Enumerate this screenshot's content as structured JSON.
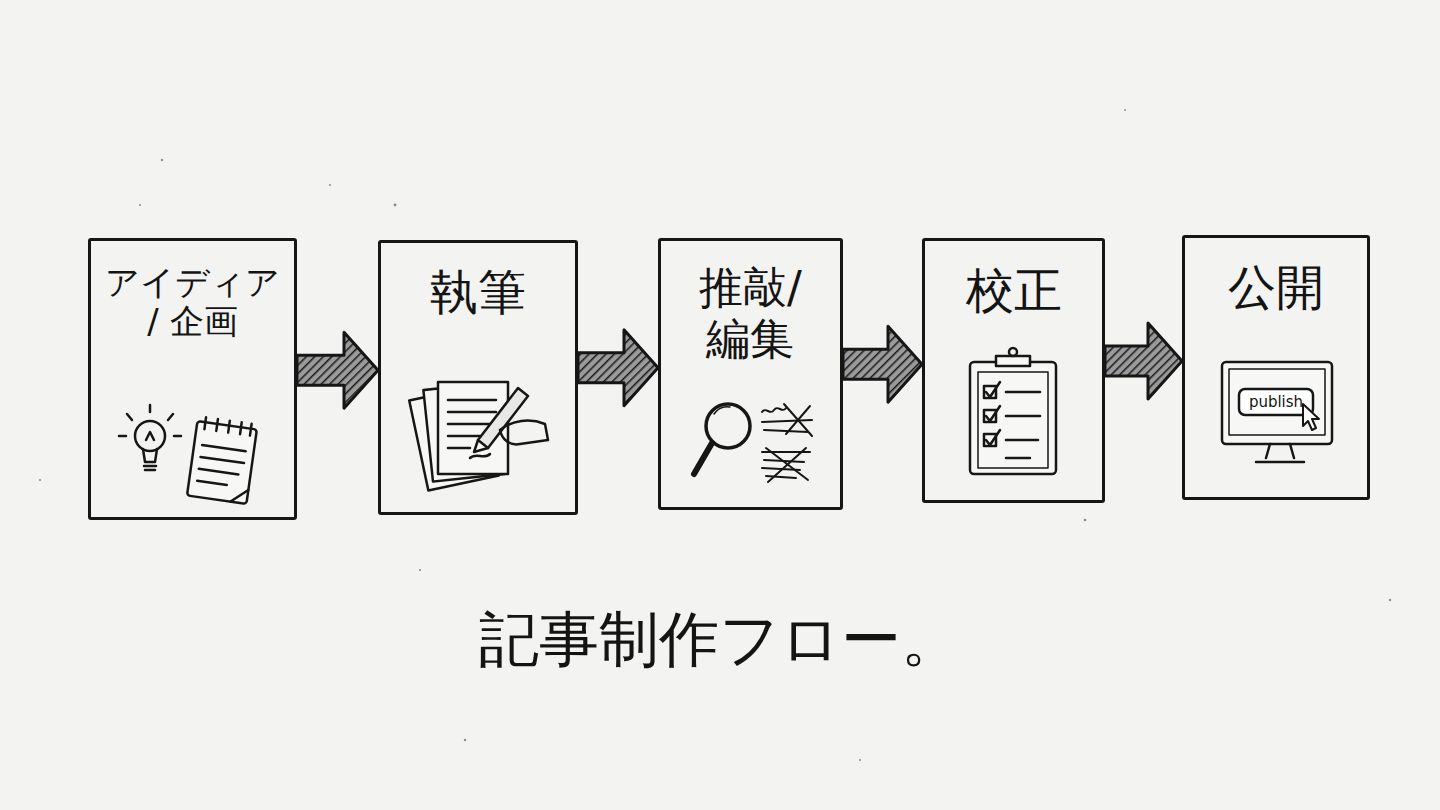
{
  "diagram": {
    "caption": "記事制作フロー。",
    "nodes": [
      {
        "text": [
          "アイディア / 企画"
        ]
      },
      {
        "text": [
          "執筆"
        ]
      },
      {
        "text": [
          "推敲/ 編集"
        ]
      },
      {
        "text": [
          "校正"
        ]
      },
      {
        "text": [
          "公開"
        ]
      }
    ],
    "edges": [
      {
        "from": 0,
        "to": 1,
        "arrow": "to"
      },
      {
        "from": 1,
        "to": 2,
        "arrow": "to"
      },
      {
        "from": 2,
        "to": 3,
        "arrow": "to"
      },
      {
        "from": 3,
        "to": 4,
        "arrow": "to"
      }
    ],
    "labels": [
      "publish"
    ]
  }
}
